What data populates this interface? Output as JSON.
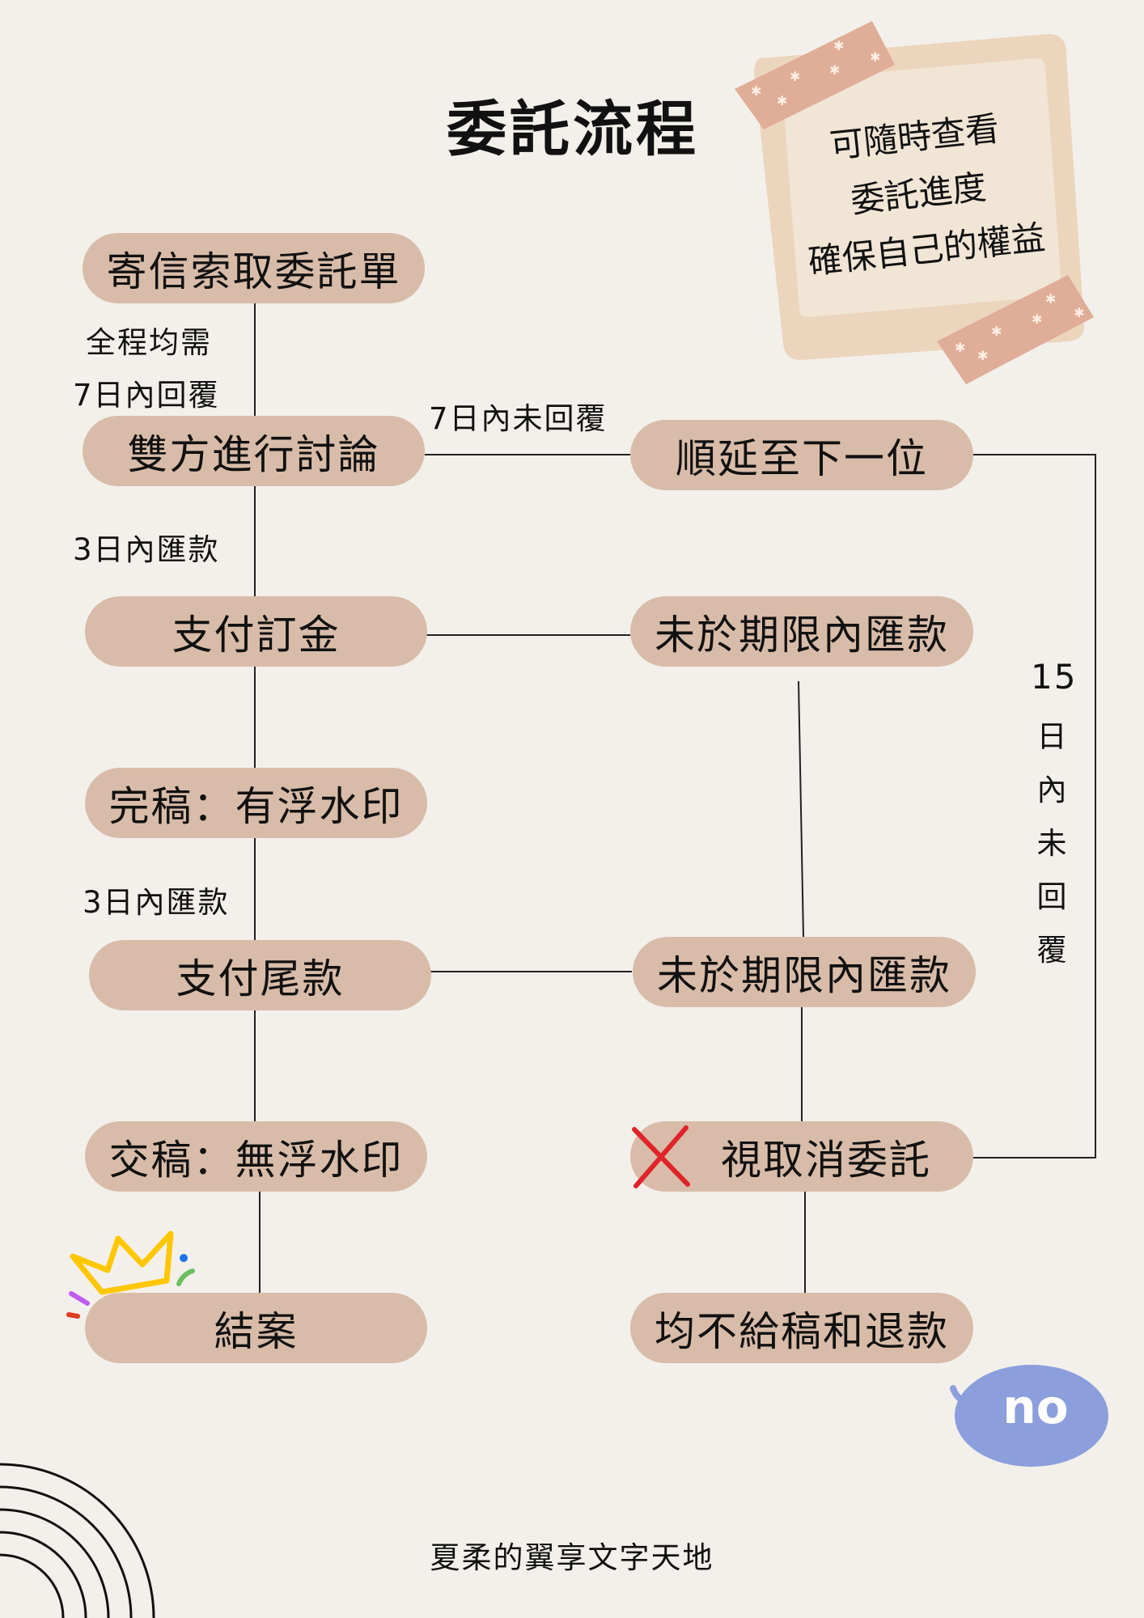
{
  "title": "委託流程",
  "note": {
    "lines": [
      "可隨時查看",
      "委託進度",
      "確保自己的權益"
    ]
  },
  "left_steps": [
    "寄信索取委託單",
    "雙方進行討論",
    "支付訂金",
    "完稿：有浮水印",
    "支付尾款",
    "交稿：無浮水印",
    "結案"
  ],
  "right_steps": [
    "順延至下一位",
    "未於期限內匯款",
    "未於期限內匯款",
    "視取消委託",
    "均不給稿和退款"
  ],
  "labels": {
    "all_need": "全程均需",
    "reply_7": "7日內回覆",
    "no_reply_7": "7日內未回覆",
    "pay_3a": "3日內匯款",
    "pay_3b": "3日內匯款",
    "days_15": "15",
    "vertical_chars": [
      "日",
      "內",
      "未",
      "回",
      "覆"
    ]
  },
  "bubble": "no",
  "footer": "夏柔的翼享文字天地",
  "colors": {
    "pill": "#d8bca9",
    "background": "#f3f0eb",
    "tape": "#e0ad98",
    "bubble": "#8c9fdc",
    "cross": "#e0232a",
    "crown": "#ffc700"
  }
}
